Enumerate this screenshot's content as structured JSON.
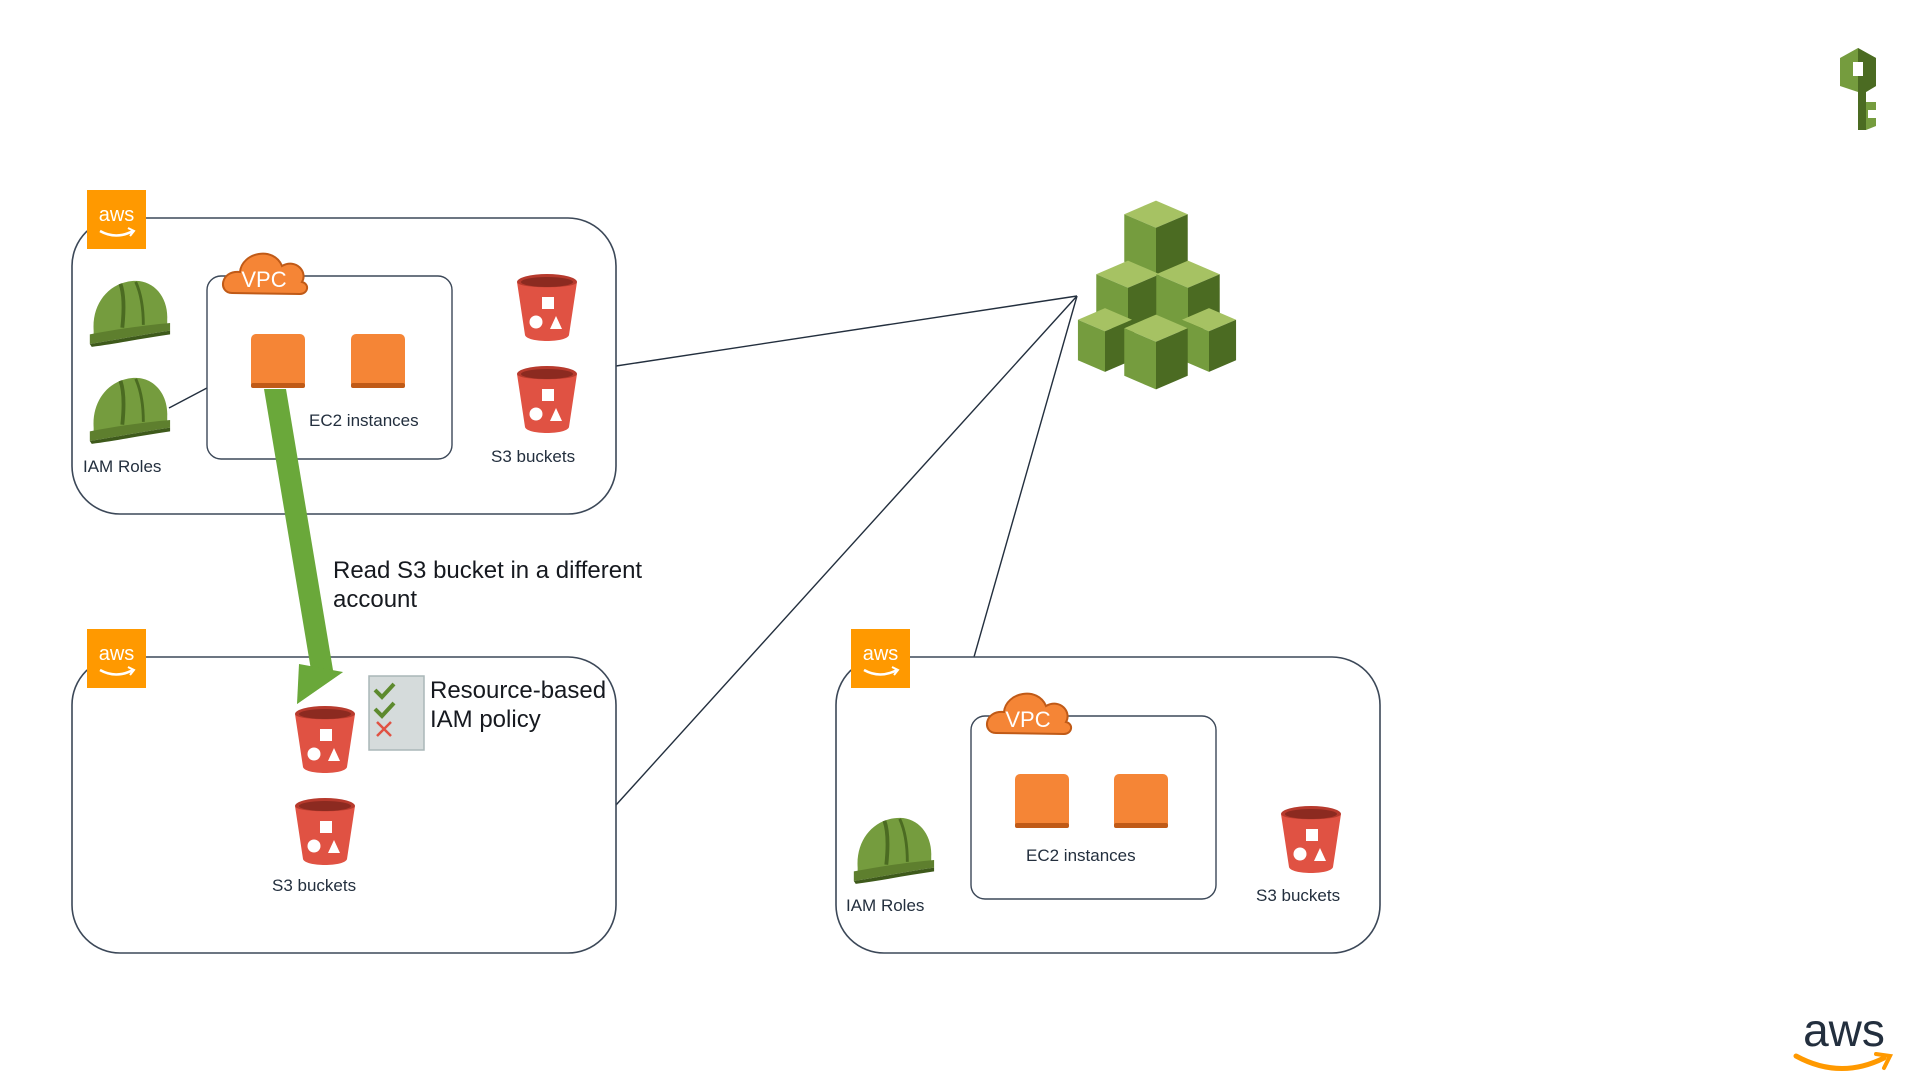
{
  "colors": {
    "aws_orange": "#FF9900",
    "ec2_orange": "#F58536",
    "s3_red": "#E05243",
    "iam_green": "#759C3E",
    "arrow_green": "#6AA83A",
    "line": "#232F3E",
    "box_stroke": "#3C4858"
  },
  "icons": {
    "aws_badge": "aws-logo-icon",
    "vpc": "vpc-cloud-icon",
    "iam_role": "iam-role-helmet-icon",
    "ec2": "ec2-instance-icon",
    "s3": "s3-bucket-icon",
    "organizations": "aws-organizations-icon",
    "key": "iam-key-icon",
    "policy": "policy-checklist-icon"
  },
  "badges": {
    "aws": "aws",
    "vpc": "VPC"
  },
  "account_top_left": {
    "iam_label": "IAM Roles",
    "ec2_label": "EC2 instances",
    "s3_label": "S3 buckets"
  },
  "account_bottom_left": {
    "s3_label": "S3 buckets",
    "policy_label_line1": "Resource-based",
    "policy_label_line2": "IAM policy"
  },
  "account_bottom_right": {
    "iam_label": "IAM Roles",
    "ec2_label": "EC2 instances",
    "s3_label": "S3 buckets"
  },
  "arrow": {
    "label_line1": "Read S3 bucket in a different",
    "label_line2": "account"
  },
  "footer": {
    "logo_text": "aws"
  }
}
